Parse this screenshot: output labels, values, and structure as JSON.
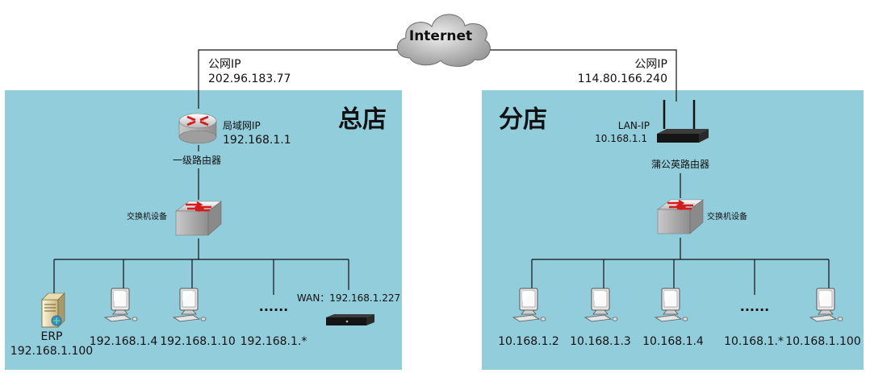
{
  "internet": {
    "label": "Internet"
  },
  "hq": {
    "title": "总店",
    "public_ip_label": "公网IP",
    "public_ip": "202.96.183.77",
    "router": {
      "ip_label": "局域网IP",
      "ip": "192.168.1.1",
      "name": "一级路由器"
    },
    "switch": {
      "name": "交换机设备"
    },
    "erp": {
      "name": "ERP",
      "ip": "192.168.1.100"
    },
    "hosts": [
      "192.168.1.4",
      "192.168.1.10",
      "192.168.1.*"
    ],
    "dots": "......",
    "wan": {
      "label": "WAN：192.168.1.227"
    }
  },
  "branch": {
    "title": "分店",
    "public_ip_label": "公网IP",
    "public_ip": "114.80.166.240",
    "router": {
      "ip_label": "LAN-IP",
      "ip": "10.168.1.1",
      "name": "蒲公英路由器"
    },
    "switch": {
      "name": "交换机设备"
    },
    "hosts": [
      "10.168.1.2",
      "10.168.1.3",
      "10.168.1.4",
      "10.168.1.*",
      "10.168.1.100"
    ],
    "dots": "......"
  }
}
